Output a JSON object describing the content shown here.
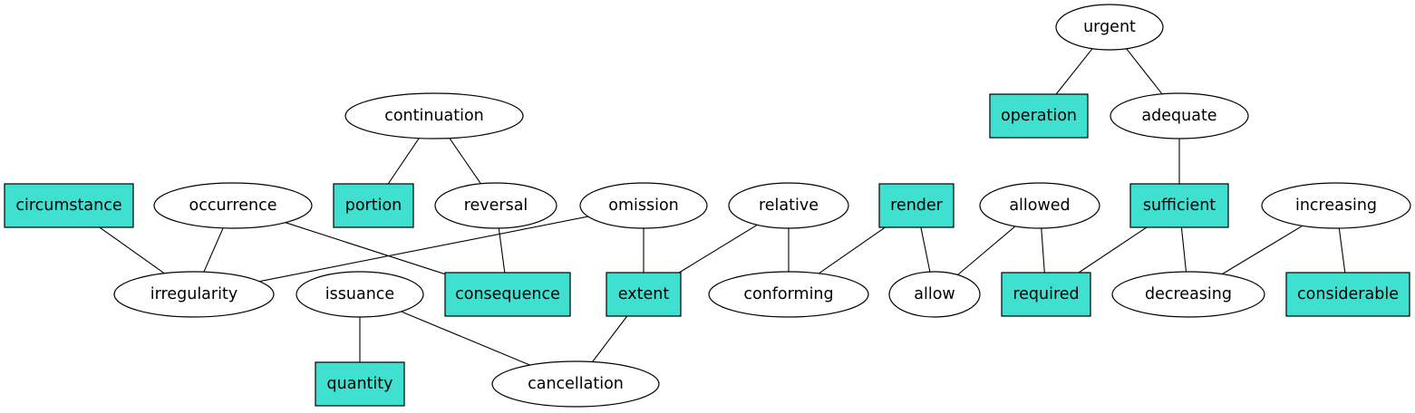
{
  "colors": {
    "box_fill": "#40e0d0",
    "ellipse_fill": "#ffffff",
    "stroke": "#000000"
  },
  "nodes": [
    {
      "id": "urgent",
      "label": "urgent",
      "shape": "ellipse"
    },
    {
      "id": "operation",
      "label": "operation",
      "shape": "box"
    },
    {
      "id": "adequate",
      "label": "adequate",
      "shape": "ellipse"
    },
    {
      "id": "continuation",
      "label": "continuation",
      "shape": "ellipse"
    },
    {
      "id": "circumstance",
      "label": "circumstance",
      "shape": "box"
    },
    {
      "id": "occurrence",
      "label": "occurrence",
      "shape": "ellipse"
    },
    {
      "id": "portion",
      "label": "portion",
      "shape": "box"
    },
    {
      "id": "reversal",
      "label": "reversal",
      "shape": "ellipse"
    },
    {
      "id": "omission",
      "label": "omission",
      "shape": "ellipse"
    },
    {
      "id": "relative",
      "label": "relative",
      "shape": "ellipse"
    },
    {
      "id": "render",
      "label": "render",
      "shape": "box"
    },
    {
      "id": "allowed",
      "label": "allowed",
      "shape": "ellipse"
    },
    {
      "id": "sufficient",
      "label": "sufficient",
      "shape": "box"
    },
    {
      "id": "increasing",
      "label": "increasing",
      "shape": "ellipse"
    },
    {
      "id": "irregularity",
      "label": "irregularity",
      "shape": "ellipse"
    },
    {
      "id": "issuance",
      "label": "issuance",
      "shape": "ellipse"
    },
    {
      "id": "consequence",
      "label": "consequence",
      "shape": "box"
    },
    {
      "id": "extent",
      "label": "extent",
      "shape": "box"
    },
    {
      "id": "conforming",
      "label": "conforming",
      "shape": "ellipse"
    },
    {
      "id": "allow",
      "label": "allow",
      "shape": "ellipse"
    },
    {
      "id": "required",
      "label": "required",
      "shape": "box"
    },
    {
      "id": "decreasing",
      "label": "decreasing",
      "shape": "ellipse"
    },
    {
      "id": "considerable",
      "label": "considerable",
      "shape": "box"
    },
    {
      "id": "quantity",
      "label": "quantity",
      "shape": "box"
    },
    {
      "id": "cancellation",
      "label": "cancellation",
      "shape": "ellipse"
    }
  ],
  "edges": [
    [
      "urgent",
      "operation"
    ],
    [
      "urgent",
      "adequate"
    ],
    [
      "adequate",
      "sufficient"
    ],
    [
      "continuation",
      "portion"
    ],
    [
      "continuation",
      "reversal"
    ],
    [
      "reversal",
      "consequence"
    ],
    [
      "circumstance",
      "irregularity"
    ],
    [
      "occurrence",
      "irregularity"
    ],
    [
      "occurrence",
      "consequence"
    ],
    [
      "omission",
      "irregularity"
    ],
    [
      "omission",
      "extent"
    ],
    [
      "relative",
      "extent"
    ],
    [
      "relative",
      "conforming"
    ],
    [
      "render",
      "conforming"
    ],
    [
      "render",
      "allow"
    ],
    [
      "allowed",
      "allow"
    ],
    [
      "allowed",
      "required"
    ],
    [
      "sufficient",
      "required"
    ],
    [
      "sufficient",
      "decreasing"
    ],
    [
      "increasing",
      "decreasing"
    ],
    [
      "increasing",
      "considerable"
    ],
    [
      "issuance",
      "quantity"
    ],
    [
      "issuance",
      "cancellation"
    ],
    [
      "extent",
      "cancellation"
    ]
  ]
}
